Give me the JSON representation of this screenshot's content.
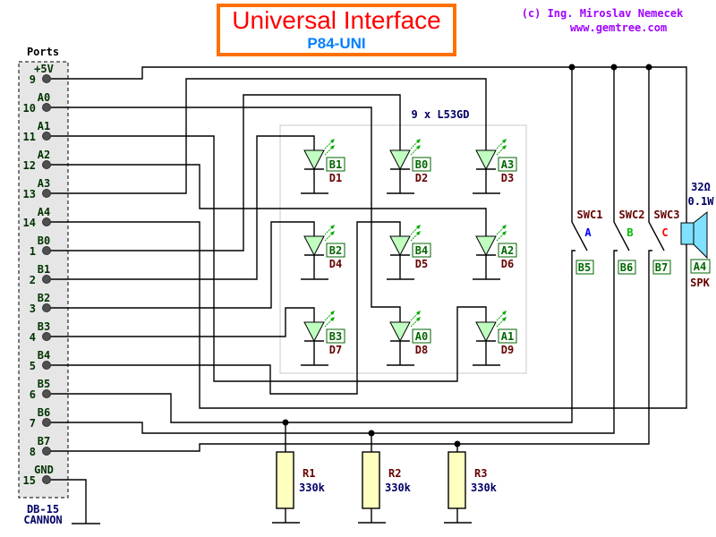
{
  "title": {
    "main": "Universal Interface",
    "sub": "P84-UNI"
  },
  "credits": {
    "author": "(c) Ing. Miroslav Nemecek",
    "url": "www.gemtree.com"
  },
  "connector": {
    "heading": "Ports",
    "name_line1": "DB-15",
    "name_line2": "CANNON",
    "pins": [
      {
        "num": "9",
        "label": "+5V"
      },
      {
        "num": "10",
        "label": "A0"
      },
      {
        "num": "11",
        "label": "A1"
      },
      {
        "num": "12",
        "label": "A2"
      },
      {
        "num": "13",
        "label": "A3"
      },
      {
        "num": "14",
        "label": "A4"
      },
      {
        "num": "1",
        "label": "B0"
      },
      {
        "num": "2",
        "label": "B1"
      },
      {
        "num": "3",
        "label": "B2"
      },
      {
        "num": "4",
        "label": "B3"
      },
      {
        "num": "5",
        "label": "B4"
      },
      {
        "num": "6",
        "label": "B5"
      },
      {
        "num": "7",
        "label": "B6"
      },
      {
        "num": "8",
        "label": "B7"
      },
      {
        "num": "15",
        "label": "GND"
      }
    ]
  },
  "led_matrix": {
    "label": "9 x L53GD",
    "leds": [
      {
        "name": "D1",
        "port": "B1"
      },
      {
        "name": "D2",
        "port": "B0"
      },
      {
        "name": "D3",
        "port": "A3"
      },
      {
        "name": "D4",
        "port": "B2"
      },
      {
        "name": "D5",
        "port": "B4"
      },
      {
        "name": "D6",
        "port": "A2"
      },
      {
        "name": "D7",
        "port": "B3"
      },
      {
        "name": "D8",
        "port": "A0"
      },
      {
        "name": "D9",
        "port": "A1"
      }
    ]
  },
  "switches": [
    {
      "name": "SWC1",
      "key": "A",
      "key_color": "#0000ff",
      "port": "B5"
    },
    {
      "name": "SWC2",
      "key": "B",
      "key_color": "#00bb00",
      "port": "B6"
    },
    {
      "name": "SWC3",
      "key": "C",
      "key_color": "#ff0000",
      "port": "B7"
    }
  ],
  "speaker": {
    "impedance": "32Ω",
    "power": "0.1W",
    "port": "A4",
    "name": "SPK"
  },
  "resistors": [
    {
      "name": "R1",
      "value": "330k"
    },
    {
      "name": "R2",
      "value": "330k"
    },
    {
      "name": "R3",
      "value": "330k"
    }
  ],
  "colors": {
    "title_border": "#ff7000",
    "title_text": "#ff0000",
    "subtitle": "#0080ff",
    "credits": "#a000ff",
    "led_fill": "#c0ffc0",
    "speaker_fill": "#80e0ff",
    "resistor_fill": "#ffffc0"
  }
}
